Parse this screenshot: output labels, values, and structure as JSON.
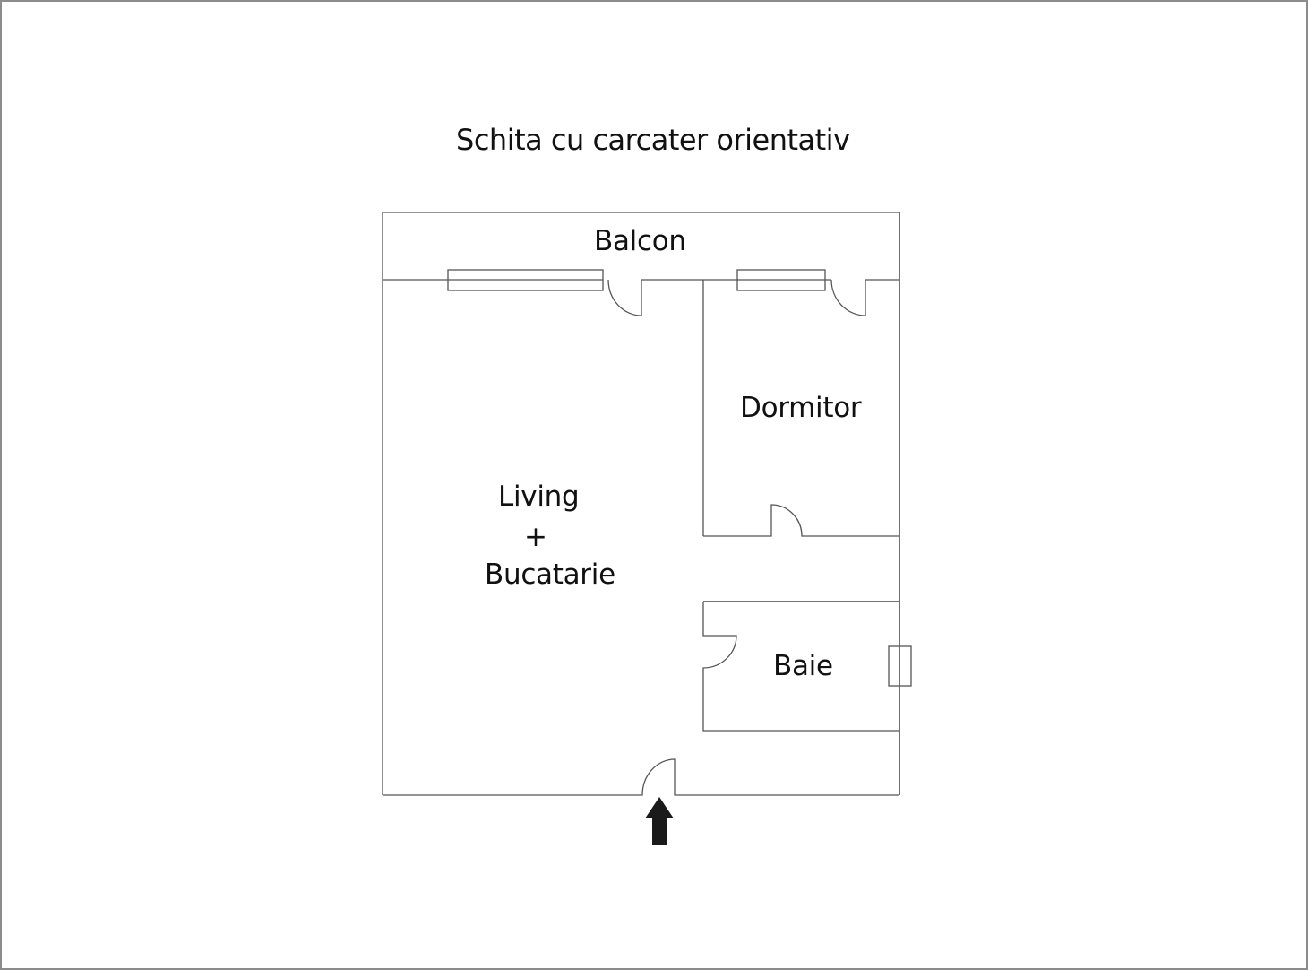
{
  "title": "Schita cu carcater orientativ",
  "rooms": {
    "balcon": "Balcon",
    "dormitor": "Dormitor",
    "living_line1": "Living",
    "living_plus": "+",
    "living_line2": "Bucatarie",
    "baie": "Baie"
  },
  "entrance": {
    "icon": "arrow-up-icon"
  },
  "colors": {
    "wall": "#555555",
    "frame_border": "#8c8c8c",
    "text": "#111111",
    "arrow": "#1a1a1a"
  }
}
